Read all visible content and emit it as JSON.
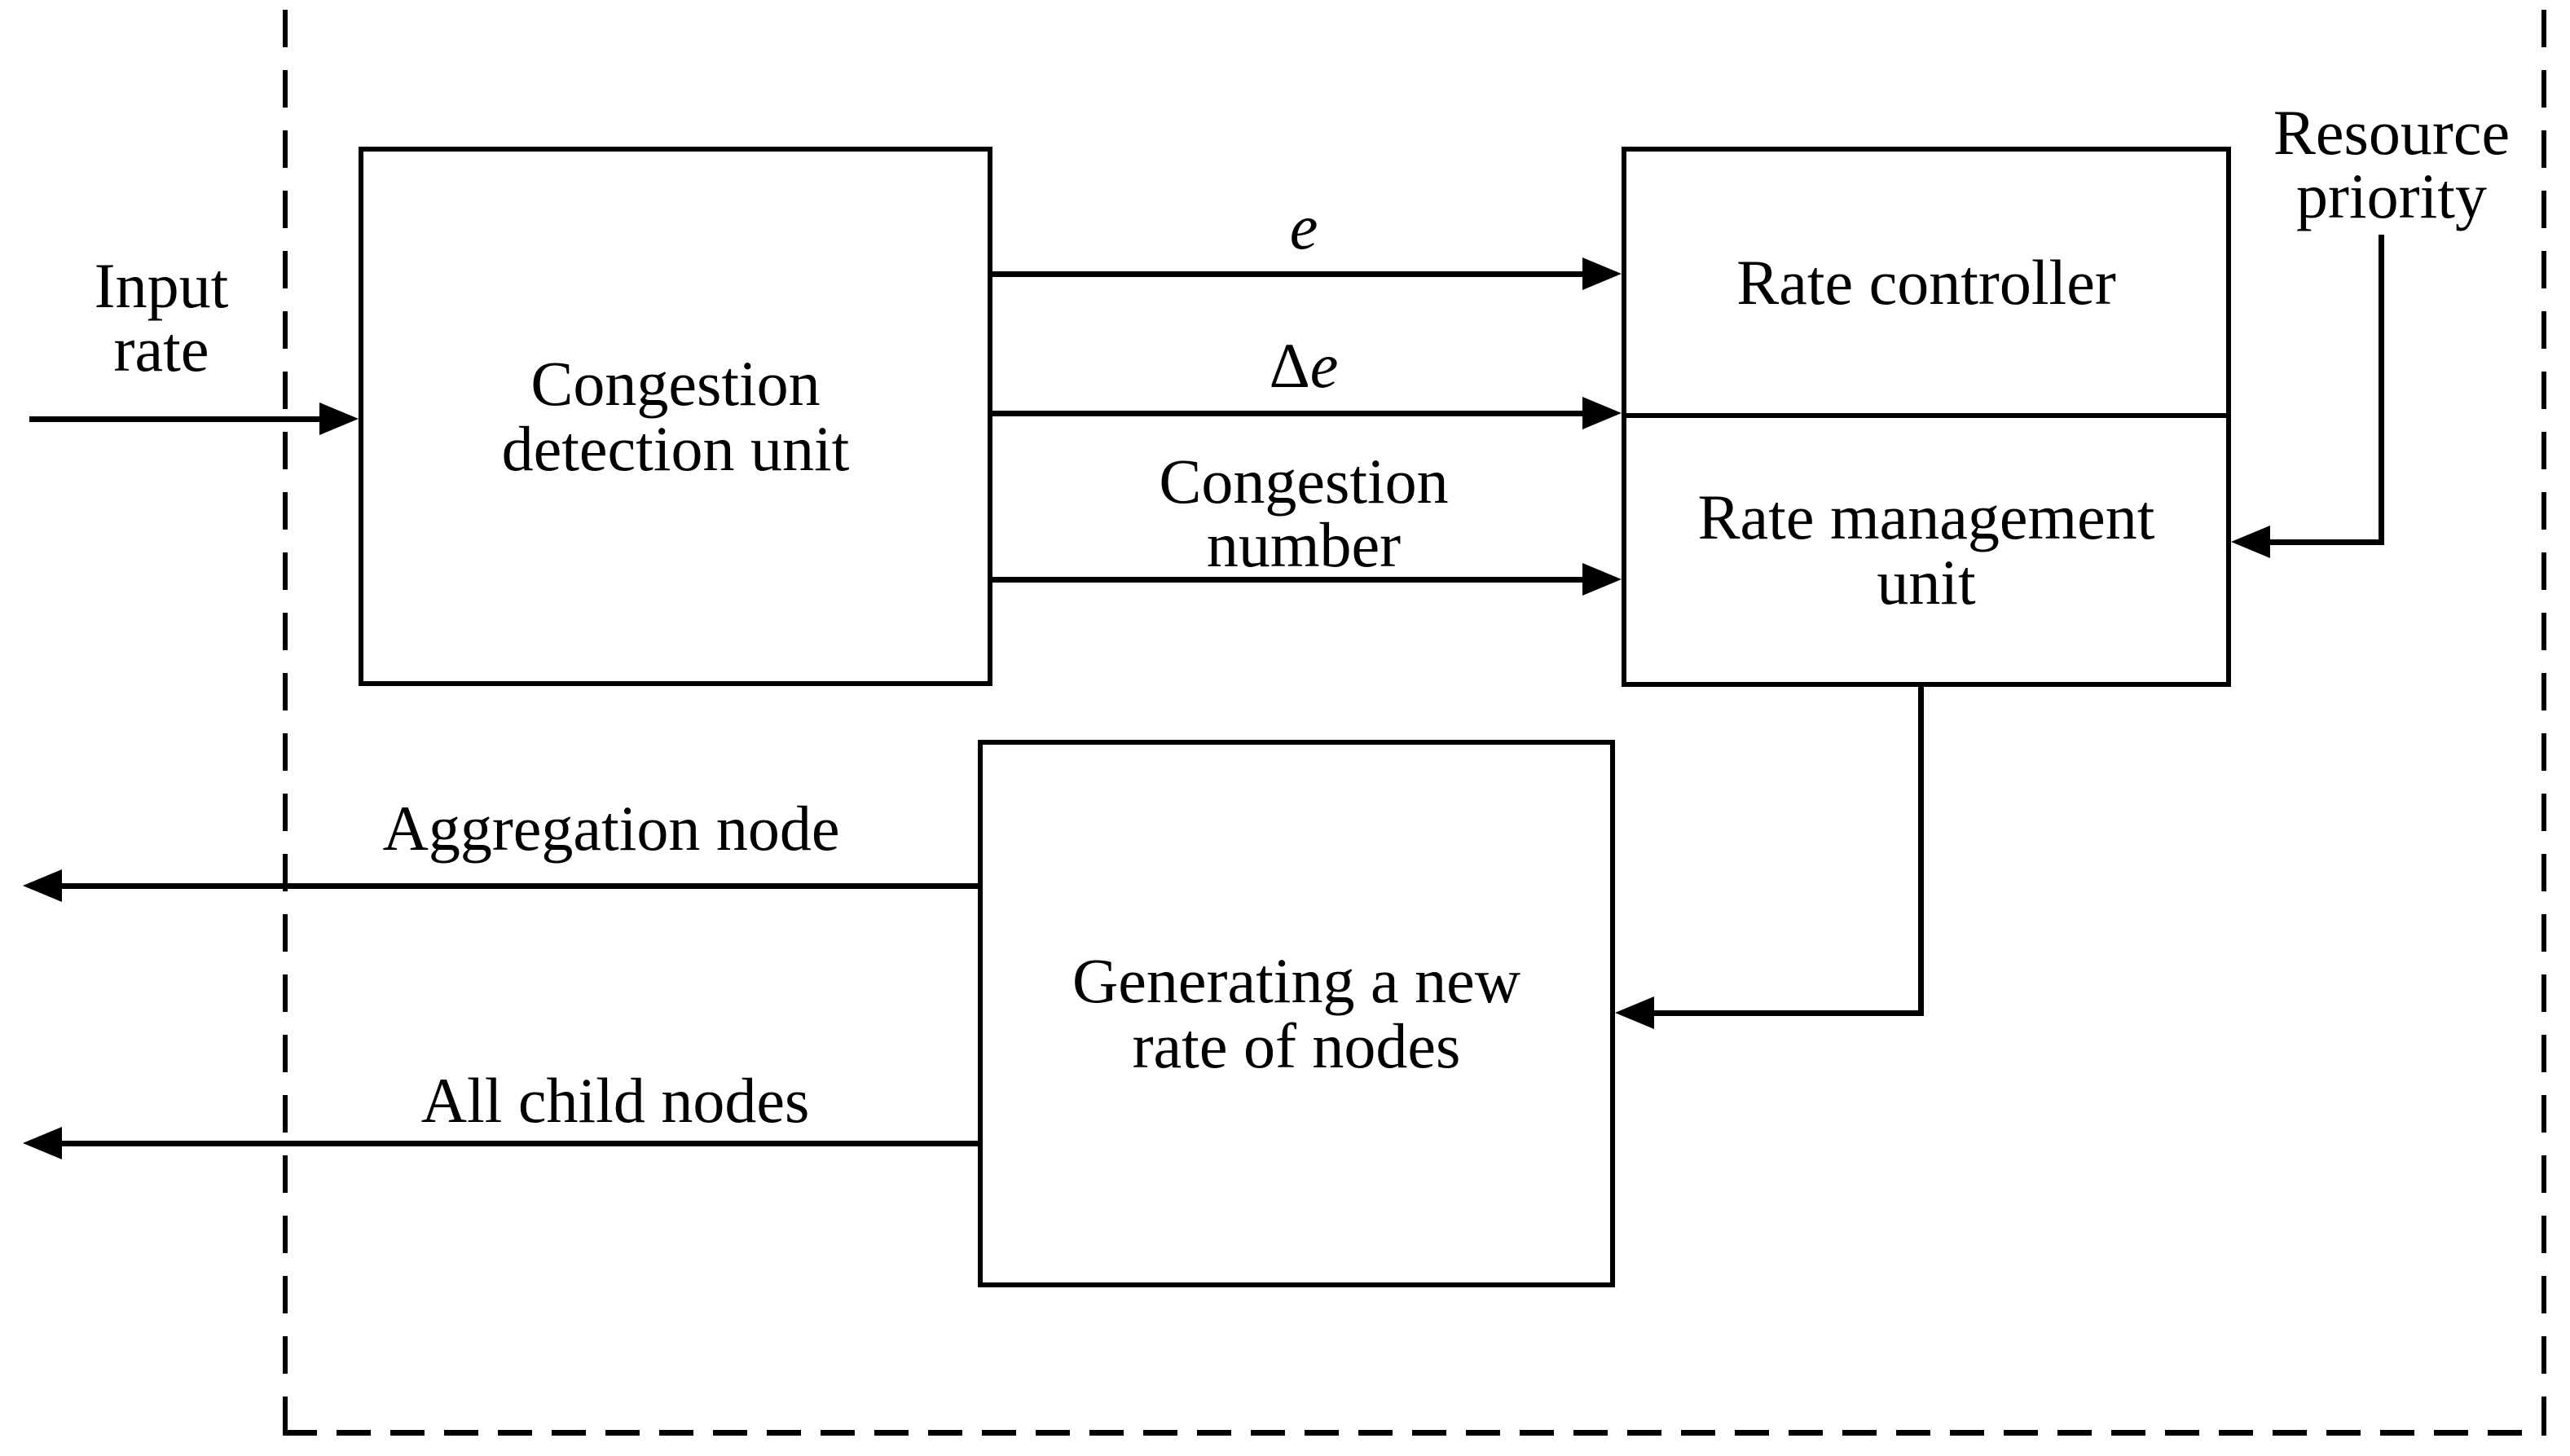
{
  "diagram": {
    "boxes": [
      {
        "id": "congestion-detection-unit",
        "label": "Congestion\ndetection unit"
      },
      {
        "id": "rate-controller",
        "label": "Rate controller"
      },
      {
        "id": "rate-management-unit",
        "label": "Rate management\nunit"
      },
      {
        "id": "generating-new-rate",
        "label": "Generating a new\nrate of nodes"
      }
    ],
    "edge_labels": {
      "input_rate": "Input\nrate",
      "error": "e",
      "delta": "Δ",
      "congestion_number": "Congestion\nnumber",
      "resource_priority": "Resource\npriority",
      "aggregation_node": "Aggregation node",
      "all_child_nodes": "All child nodes"
    },
    "edges": [
      {
        "from": "outside-left",
        "to": "congestion-detection-unit",
        "label_key": "input_rate",
        "direction": "right"
      },
      {
        "from": "congestion-detection-unit",
        "to": "rate-controller",
        "label_key": "error",
        "direction": "right"
      },
      {
        "from": "congestion-detection-unit",
        "to": "rate-management-unit",
        "label_key": "delta",
        "direction": "right"
      },
      {
        "from": "congestion-detection-unit",
        "to": "rate-management-unit",
        "label_key": "congestion_number",
        "direction": "right"
      },
      {
        "from": "resource-priority",
        "to": "rate-management-unit",
        "label_key": "resource_priority",
        "direction": "left-down"
      },
      {
        "from": "rate-management-unit",
        "to": "generating-new-rate",
        "label_key": null,
        "direction": "down-left"
      },
      {
        "from": "generating-new-rate",
        "to": "outside-left",
        "label_key": "aggregation_node",
        "direction": "left"
      },
      {
        "from": "generating-new-rate",
        "to": "outside-left",
        "label_key": "all_child_nodes",
        "direction": "left"
      }
    ],
    "colors": {
      "stroke": "#000000",
      "background": "#ffffff"
    }
  }
}
